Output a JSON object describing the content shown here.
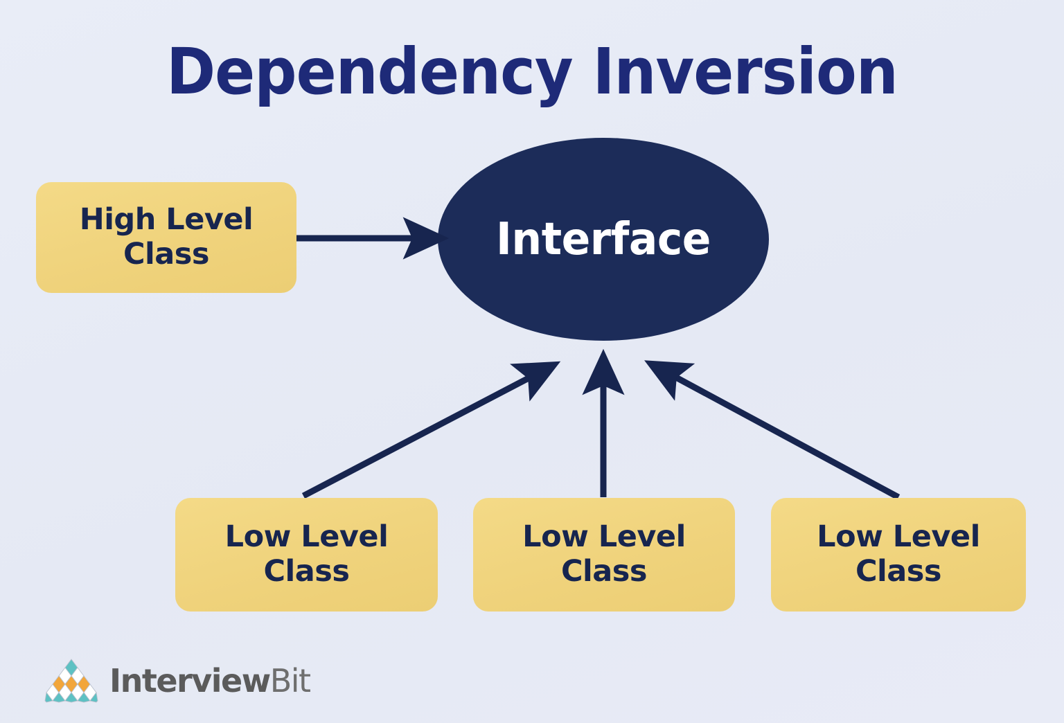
{
  "page": {
    "title": "Dependency Inversion",
    "background_color": "#e7ebf6"
  },
  "colors": {
    "navy": "#17254f",
    "title_navy": "#1e2a78",
    "box_yellow": "#f0d37d",
    "ellipse_navy": "#1c2c59",
    "arrow_navy": "#17254f",
    "logo_teal": "#5dc1c3",
    "logo_orange": "#f2a63b",
    "logo_white": "#ffffff",
    "logo_text_grey": "#5b5b5b"
  },
  "diagram": {
    "type": "dependency-inversion-uml",
    "high_level": {
      "label": "High Level\nClass"
    },
    "interface": {
      "label": "Interface",
      "shape": "ellipse"
    },
    "low_level": [
      {
        "label": "Low Level\nClass"
      },
      {
        "label": "Low Level\nClass"
      },
      {
        "label": "Low Level\nClass"
      }
    ],
    "arrows": [
      {
        "from": "high-level-class",
        "to": "interface",
        "direction": "right"
      },
      {
        "from": "low-level-class-1",
        "to": "interface",
        "direction": "up-right"
      },
      {
        "from": "low-level-class-2",
        "to": "interface",
        "direction": "up"
      },
      {
        "from": "low-level-class-3",
        "to": "interface",
        "direction": "up-left"
      }
    ]
  },
  "logo": {
    "name_strong": "Interview",
    "name_light": "Bit",
    "mark": "interviewbit-diamond-pyramid"
  }
}
